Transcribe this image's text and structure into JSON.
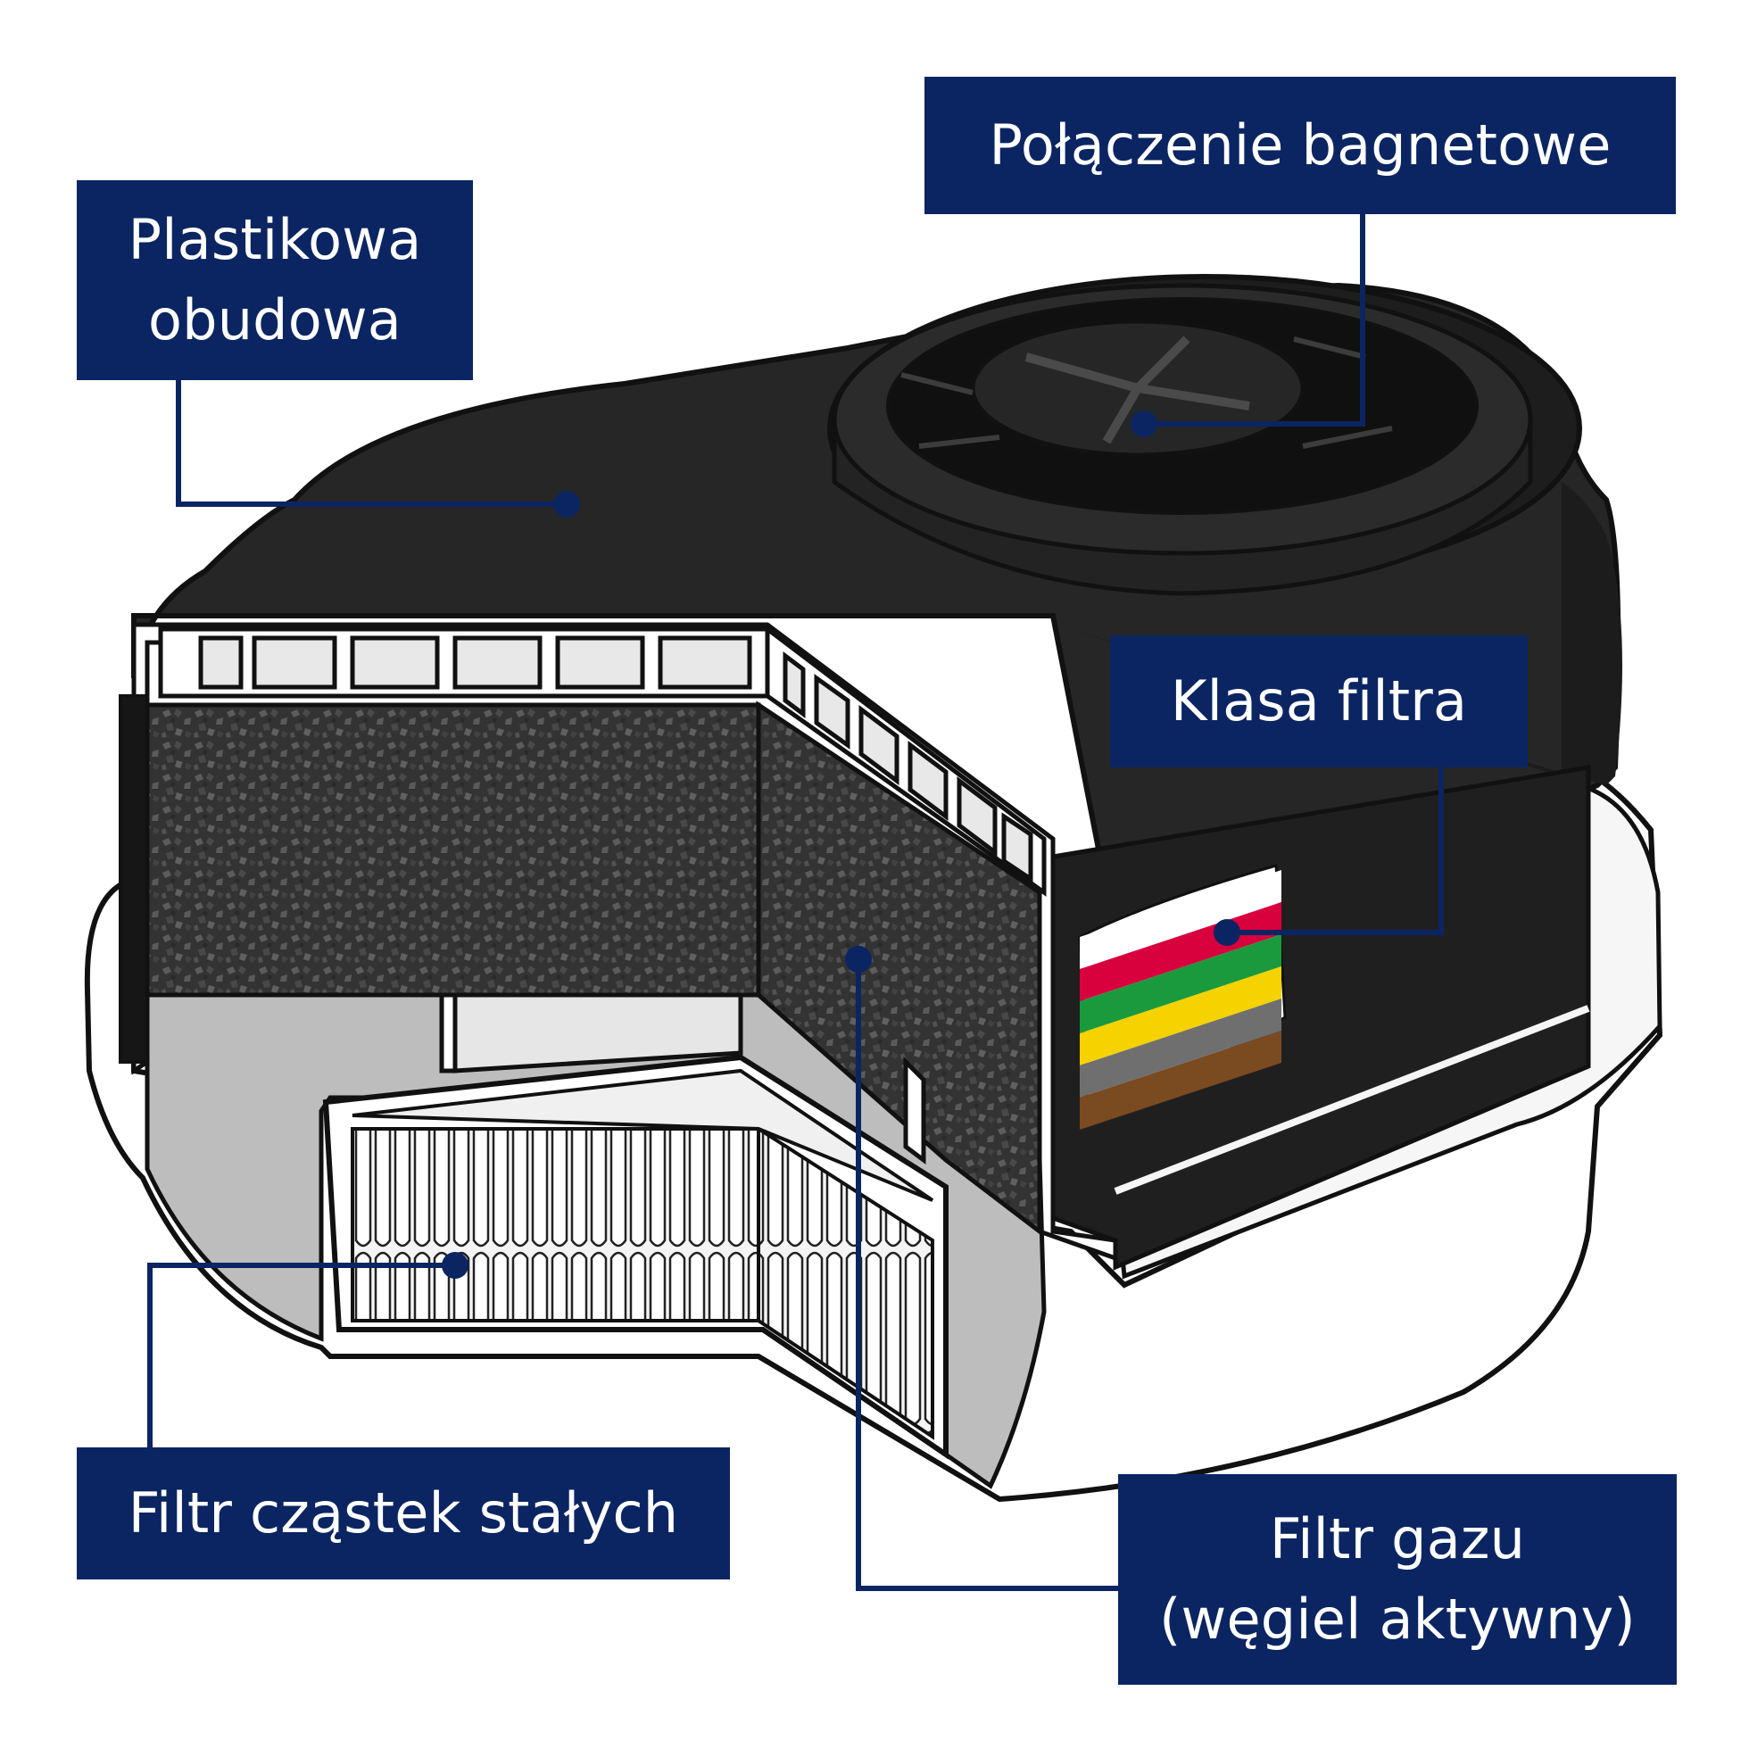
{
  "labels": {
    "housing": {
      "line1": "Plastikowa",
      "line2": "obudowa"
    },
    "bayonet": {
      "text": "Połączenie bagnetowe"
    },
    "filter_class": {
      "text": "Klasa filtra"
    },
    "particle_filter": {
      "text": "Filtr cząstek stałych"
    },
    "gas_filter": {
      "line1": "Filtr gazu",
      "line2": "(węgiel aktywny)"
    }
  },
  "colors": {
    "callout_bg": "#0b2563",
    "callout_text": "#ffffff",
    "leader": "#0b2563",
    "housing": "#262626",
    "housing_dark": "#161616",
    "carbon": "#3a3a3a",
    "interior": "#bdbdbd",
    "outline": "#111111"
  },
  "class_stripes": [
    "#ffffff",
    "#d8003d",
    "#1a9a3c",
    "#f5d200",
    "#6f6f6f",
    "#7a4a21"
  ]
}
